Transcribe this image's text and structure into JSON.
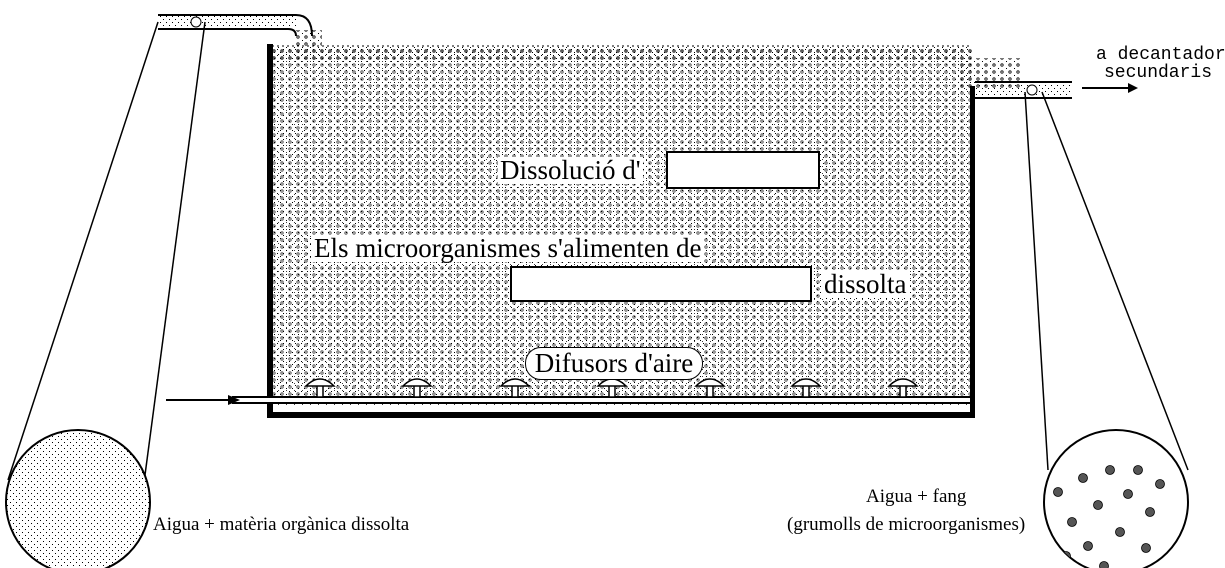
{
  "labels": {
    "dissolucio": "Dissolució d'",
    "microorganismes": "Els microorganismes s'alimenten de",
    "dissolta": "dissolta",
    "difusors": "Difusors d'aire",
    "outlet_line1": "a decantadors",
    "outlet_line2": "secundaris",
    "inlet_zoom": "Aigua + matèria orgànica dissolta",
    "outlet_zoom_line1": "Aigua + fang",
    "outlet_zoom_line2": "(grumolls de microorganismes)"
  },
  "blanks": {
    "dissolucio_blank": "",
    "alimenten_blank": ""
  },
  "colors": {
    "ink": "#000000",
    "water_dots": "#000000",
    "background": "#ffffff",
    "floc": "#555555"
  },
  "icons": {
    "air_diffuser": "air-diffuser-icon",
    "flow_arrow": "arrow-right-icon"
  }
}
